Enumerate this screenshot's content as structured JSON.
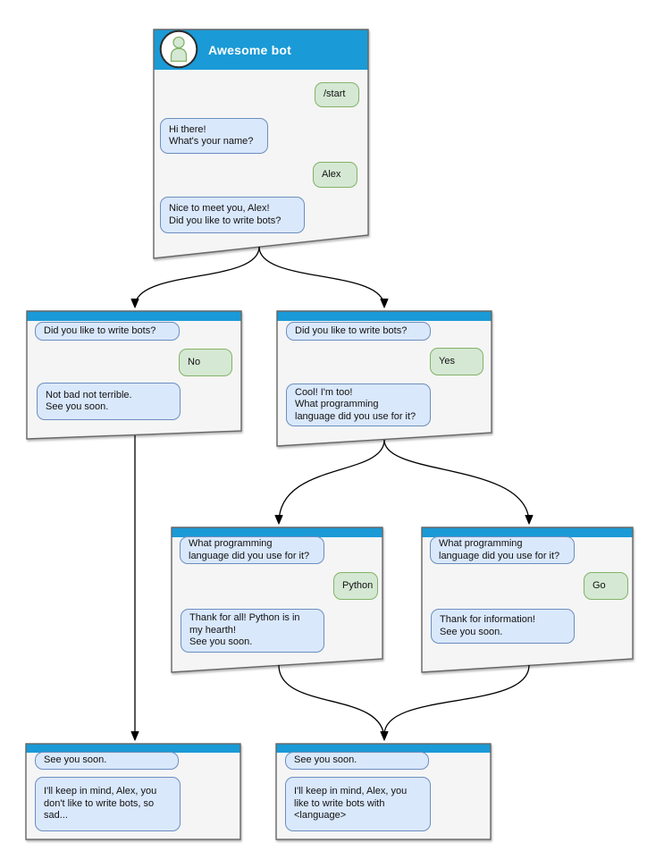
{
  "diagram": {
    "type": "chatbot-conversation-flowchart",
    "colors": {
      "window_header_blue": "#1A9AD6",
      "window_fill": "#F5F5F5",
      "window_border": "#666666",
      "bot_bubble_fill": "#DAE8FC",
      "bot_bubble_border": "#6C8EBF",
      "user_bubble_fill": "#D5E8D4",
      "user_bubble_border": "#82B366",
      "arrow": "#000000",
      "title_text": "#FFFFFF"
    },
    "windows": [
      {
        "id": "main",
        "title": "Awesome bot",
        "avatar_icon": "person-icon",
        "messages": [
          {
            "from": "user",
            "text": "/start"
          },
          {
            "from": "bot",
            "text": "Hi there!\nWhat's your name?"
          },
          {
            "from": "user",
            "text": "Alex"
          },
          {
            "from": "bot",
            "text": "Nice to meet you, Alex!\nDid you like to write bots?"
          }
        ]
      },
      {
        "id": "branch-no",
        "messages": [
          {
            "from": "bot",
            "text": "Did you like to write bots?"
          },
          {
            "from": "user",
            "text": "No"
          },
          {
            "from": "bot",
            "text": "Not bad not terrible.\nSee you soon."
          }
        ]
      },
      {
        "id": "branch-yes",
        "messages": [
          {
            "from": "bot",
            "text": "Did you like to write bots?"
          },
          {
            "from": "user",
            "text": "Yes"
          },
          {
            "from": "bot",
            "text": "Cool! I'm too!\nWhat programming\nlanguage did you use for it?"
          }
        ]
      },
      {
        "id": "branch-python",
        "messages": [
          {
            "from": "bot",
            "text": "What programming\nlanguage did you use for it?"
          },
          {
            "from": "user",
            "text": "Python"
          },
          {
            "from": "bot",
            "text": "Thank for all! Python is in\nmy hearth!\nSee you soon."
          }
        ]
      },
      {
        "id": "branch-go",
        "messages": [
          {
            "from": "bot",
            "text": "What programming\nlanguage did you use for it?"
          },
          {
            "from": "user",
            "text": "Go"
          },
          {
            "from": "bot",
            "text": "Thank for information!\nSee you soon."
          }
        ]
      },
      {
        "id": "end-no",
        "messages": [
          {
            "from": "bot",
            "text": "See you soon."
          },
          {
            "from": "bot",
            "text": "I'll keep in mind, Alex, you\ndon't like to write bots, so\nsad..."
          }
        ]
      },
      {
        "id": "end-yes",
        "messages": [
          {
            "from": "bot",
            "text": "See you soon."
          },
          {
            "from": "bot",
            "text": "I'll keep in mind, Alex, you\nlike to write bots with\n<language>"
          }
        ]
      }
    ],
    "edges": [
      {
        "from": "main",
        "to": "branch-no"
      },
      {
        "from": "main",
        "to": "branch-yes"
      },
      {
        "from": "branch-yes",
        "to": "branch-python"
      },
      {
        "from": "branch-yes",
        "to": "branch-go"
      },
      {
        "from": "branch-no",
        "to": "end-no"
      },
      {
        "from": "branch-python",
        "to": "end-yes"
      },
      {
        "from": "branch-go",
        "to": "end-yes"
      }
    ]
  }
}
